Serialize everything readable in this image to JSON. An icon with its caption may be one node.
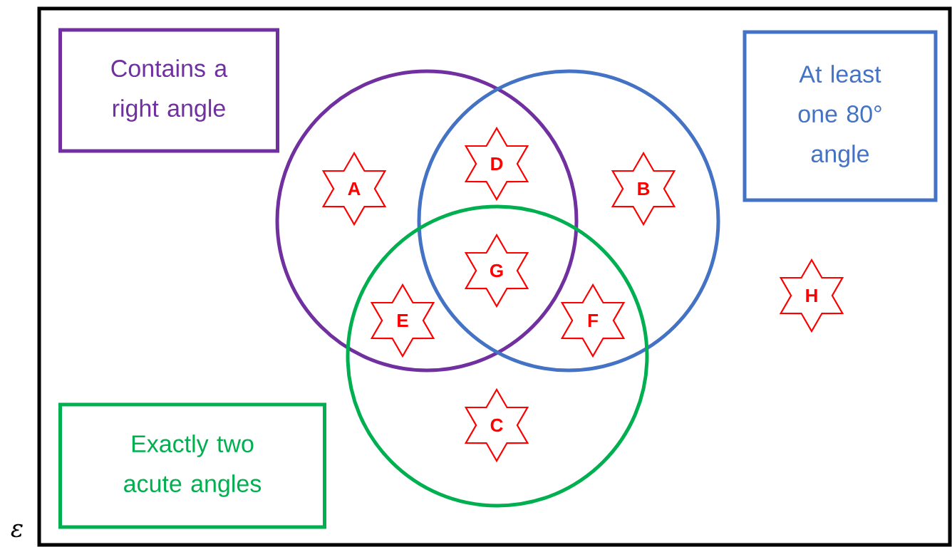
{
  "diagram": {
    "nodes": [
      {
        "text": [],
        "shape": "box",
        "beside": [
          "ε"
        ]
      },
      {
        "text": [
          "Contains a right angle"
        ],
        "in": 0
      },
      {
        "text": [
          "At least one 80° angle"
        ],
        "in": 0
      },
      {
        "text": [
          "Exactly two acute angles"
        ],
        "in": 0
      },
      {
        "text": [],
        "shape": "circle",
        "in": 0
      },
      {
        "text": [],
        "shape": "circle",
        "in": 0
      },
      {
        "text": [],
        "shape": "circle",
        "in": 0
      },
      {
        "text": [
          "A"
        ],
        "in": 4
      },
      {
        "text": [
          "D"
        ]
      },
      {
        "text": [
          "B"
        ],
        "in": 5
      },
      {
        "text": [
          "G"
        ]
      },
      {
        "text": [
          "E"
        ]
      },
      {
        "text": [
          "F"
        ]
      },
      {
        "text": [
          "H"
        ],
        "in": 0
      },
      {
        "text": [
          "C"
        ],
        "in": 6
      }
    ]
  }
}
